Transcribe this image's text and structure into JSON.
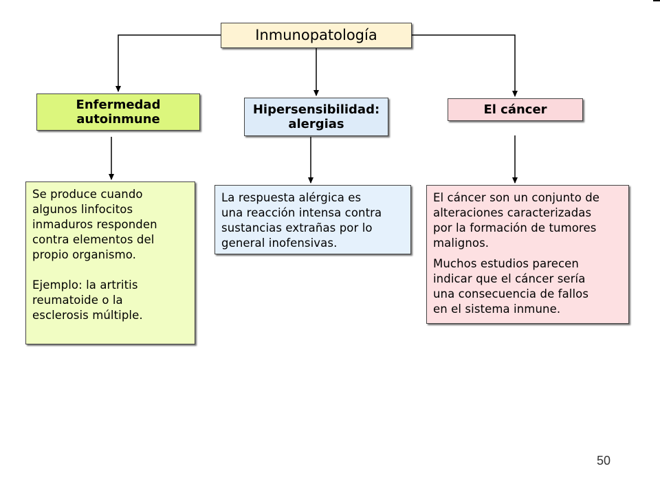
{
  "diagram": {
    "root": {
      "title": "Inmunopatología"
    },
    "branches": [
      {
        "heading": [
          "Enfermedad",
          "autoinmune"
        ],
        "text": [
          "Se produce cuando",
          "algunos linfocitos",
          "inmaduros responden",
          "contra elementos del",
          "propio organismo."
        ],
        "example": [
          "Ejemplo: la artritis",
          "reumatoide o la",
          "esclerosis múltiple."
        ]
      },
      {
        "heading": [
          "Hipersensibilidad:",
          "alergias"
        ],
        "text": [
          "La respuesta alérgica es",
          "una reacción intensa contra",
          "sustancias extrañas por lo",
          "general inofensivas."
        ]
      },
      {
        "heading": [
          "El cáncer"
        ],
        "text": [
          "El cáncer son un conjunto de",
          "alteraciones caracterizadas",
          "por la formación de tumores",
          "malignos."
        ],
        "text2": [
          "Muchos estudios parecen",
          "indicar que el cáncer sería",
          "una consecuencia de fallos",
          "en el sistema inmune."
        ]
      }
    ]
  },
  "page_number": "50",
  "colors": {
    "root_fill": "#fef3d3",
    "autoimmune_heading": "#dcf67d",
    "autoimmune_body": "#f1fdc3",
    "allergy_heading": "#ddebf9",
    "allergy_body": "#e5f1fc",
    "cancer_heading": "#fbd9dc",
    "cancer_body": "#fde0e2"
  }
}
